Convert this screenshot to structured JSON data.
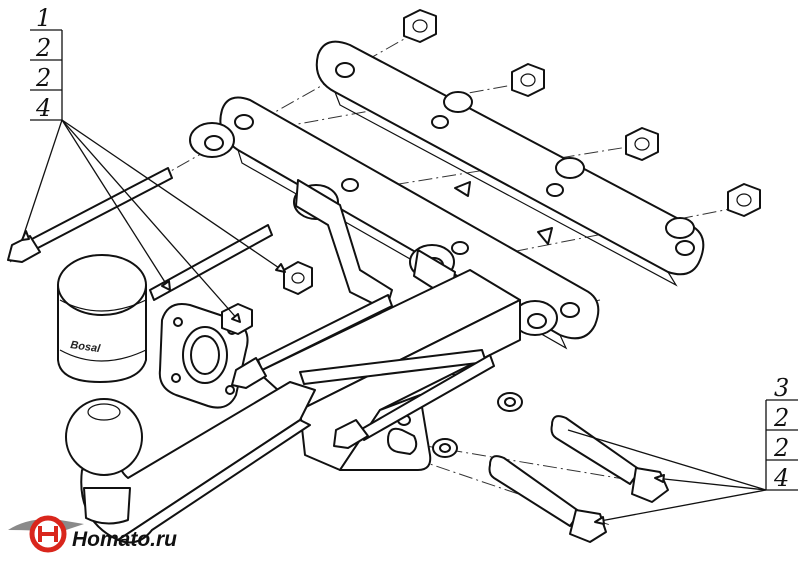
{
  "callout_left": {
    "labels": [
      "1",
      "2",
      "2",
      "4"
    ]
  },
  "callout_right": {
    "labels": [
      "3",
      "2",
      "2",
      "4"
    ]
  },
  "logo": {
    "text": "Homato.ru",
    "brand_color": "#d9261c",
    "accent_color": "#8a8a8a"
  },
  "ball_boss": {
    "text": "Bosal"
  },
  "icons": [
    "homato-logo-icon",
    "tow-ball-icon",
    "socket-plate-icon",
    "hex-nut-icon",
    "hex-bolt-icon",
    "washer-icon"
  ]
}
